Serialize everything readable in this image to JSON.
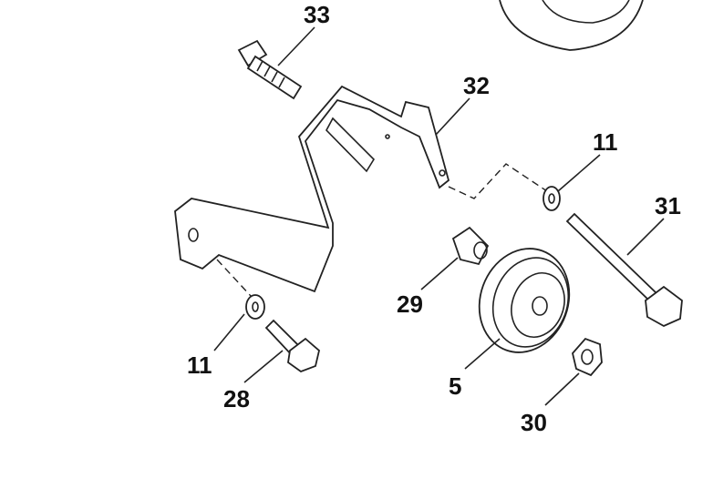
{
  "diagram": {
    "callouts": [
      {
        "id": "c33",
        "text": "33"
      },
      {
        "id": "c32",
        "text": "32"
      },
      {
        "id": "c11a",
        "text": "11"
      },
      {
        "id": "c31",
        "text": "31"
      },
      {
        "id": "c29",
        "text": "29"
      },
      {
        "id": "c11b",
        "text": "11"
      },
      {
        "id": "c28",
        "text": "28"
      },
      {
        "id": "c5",
        "text": "5"
      },
      {
        "id": "c30",
        "text": "30"
      }
    ]
  }
}
